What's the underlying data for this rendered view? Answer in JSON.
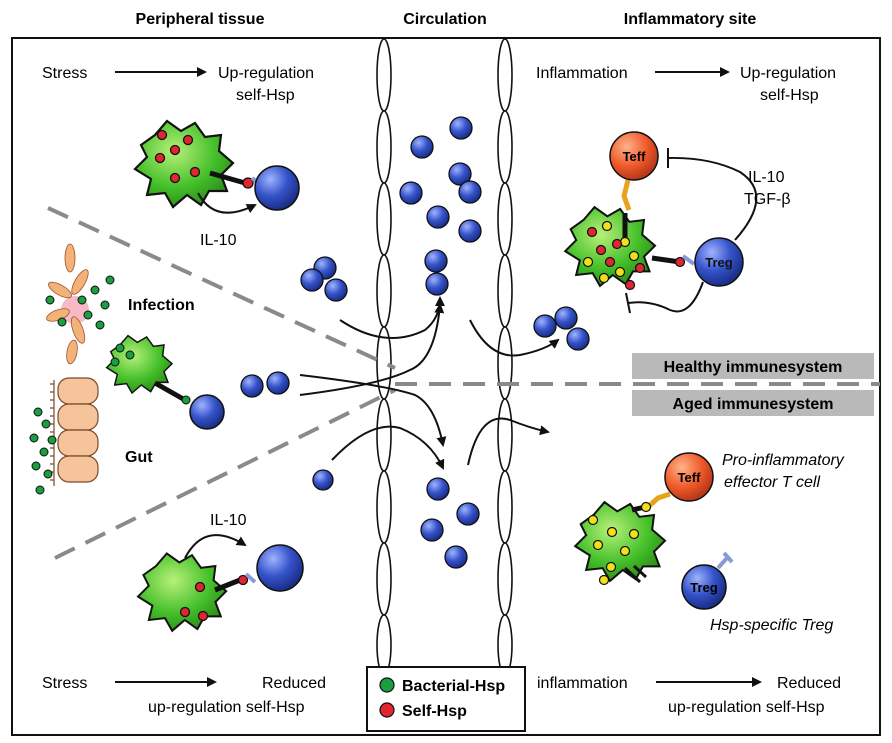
{
  "headers": {
    "peripheral": "Peripheral tissue",
    "circulation": "Circulation",
    "inflammatory": "Inflammatory site"
  },
  "top_left": {
    "cause": "Stress",
    "effect_line1": "Up-regulation",
    "effect_line2": "self-Hsp"
  },
  "top_right": {
    "cause": "Inflammation",
    "effect_line1": "Up-regulation",
    "effect_line2": "self-Hsp"
  },
  "bottom_left": {
    "cause": "Stress",
    "effect_line1": "Reduced",
    "effect_line2": "up-regulation self-Hsp"
  },
  "bottom_right": {
    "cause": "inflammation",
    "effect_line1": "Reduced",
    "effect_line2": "up-regulation self-Hsp"
  },
  "labels": {
    "il10_top": "IL-10",
    "il10_bottom": "IL-10",
    "infection": "Infection",
    "gut": "Gut",
    "il10_tgf_line1": "IL-10",
    "il10_tgf_line2": "TGF-β",
    "teff": "Teff",
    "treg": "Treg",
    "pro_inflammatory_line1": "Pro-inflammatory",
    "pro_inflammatory_line2": "effector T cell",
    "hsp_specific_treg": "Hsp-specific Treg"
  },
  "bands": {
    "healthy": "Healthy immunesystem",
    "aged": "Aged immunesystem"
  },
  "legend": {
    "items": [
      {
        "label": "Bacterial-Hsp",
        "color": "#1a9e3f"
      },
      {
        "label": "Self-Hsp",
        "color": "#e0262f"
      }
    ]
  },
  "colors": {
    "apc_green": "#3fbf2a",
    "t_cell_blue": "#2f4fc4",
    "teff_red": "#ef5a2a",
    "yellow_peptide": "#f2e01a",
    "band_gray": "#b9b9b9"
  }
}
